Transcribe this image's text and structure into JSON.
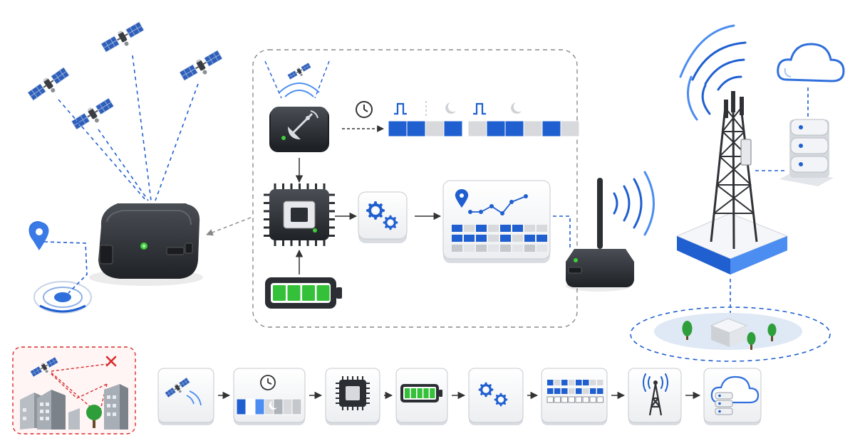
{
  "colors": {
    "accent_blue": "#1f5fd0",
    "light_blue": "#4b8df0",
    "device_dark": "#2b2e33",
    "device_mid": "#3a3e44",
    "led_green": "#3dcf3a",
    "battery_green": "#35c03a",
    "block_gray": "#d7d9dc",
    "panel_border": "#9a9a9a",
    "warning_red": "#d92a2a",
    "tower_dark": "#2f3136",
    "cloud_blue": "#2f6fdb",
    "tree_green": "#2e9e3a"
  },
  "icons": {
    "satellites": [
      "satellite-icon",
      "satellite-icon",
      "satellite-icon",
      "satellite-icon"
    ],
    "tracker": "gps-tracker-icon",
    "location_pin": "location-pin-icon",
    "gnss_receiver": "satellite-dish-module-icon",
    "clock": "clock-icon",
    "pulse": "pulse-icon",
    "sleep": "moon-icon",
    "mcu": "microcontroller-chip-icon",
    "gears": "gears-icon",
    "battery": "battery-icon",
    "chart_map": "track-chart-icon",
    "modem": "lte-modem-icon",
    "tower": "cell-tower-icon",
    "server": "database-server-icon",
    "cloud": "cloud-icon",
    "urban_canyon": "urban-canyon-multipath-icon",
    "no_signal": "x-mark-icon",
    "arrow": "arrow-right-icon"
  },
  "duty_cycle_pattern": [
    1,
    1,
    0,
    1,
    0,
    1,
    1,
    0,
    1,
    0
  ],
  "data_grid_pattern": [
    [
      1,
      0,
      1,
      0,
      1,
      1,
      0,
      0
    ],
    [
      1,
      1,
      1,
      0,
      1,
      0,
      1,
      1
    ],
    [
      0,
      0,
      0,
      0,
      0,
      0,
      0,
      0
    ]
  ],
  "battery_level": 1.0,
  "pipeline_steps": [
    "satellite-step",
    "duty-cycle-step",
    "mcu-step",
    "battery-step",
    "processing-step",
    "data-buffer-step",
    "tower-step",
    "cloud-step"
  ]
}
